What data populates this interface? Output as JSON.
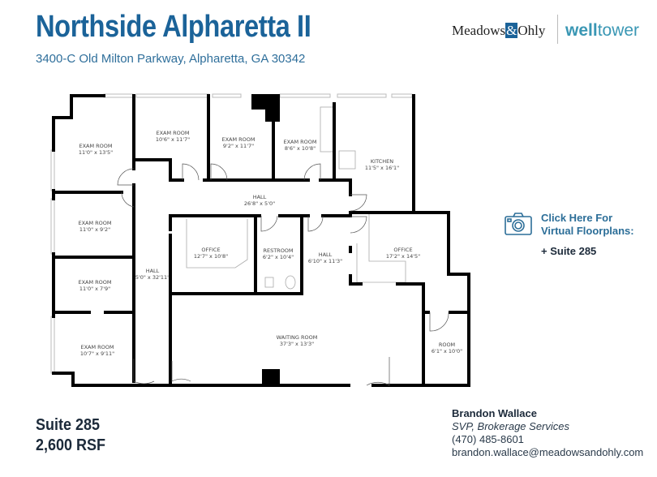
{
  "header": {
    "title": "Northside Alpharetta II",
    "address": "3400-C Old Milton Parkway, Alpharetta, GA 30342"
  },
  "logos": {
    "meadows_ohly": {
      "left": "Meadows",
      "amp": "&",
      "right": "Ohly"
    },
    "welltower": {
      "bold": "well",
      "rest": "tower"
    }
  },
  "rooms": [
    {
      "name": "EXAM ROOM",
      "size": "11'0\" x 13'5\""
    },
    {
      "name": "EXAM ROOM",
      "size": "10'6\" x 11'7\""
    },
    {
      "name": "EXAM ROOM",
      "size": "9'2\" x 11'7\""
    },
    {
      "name": "EXAM ROOM",
      "size": "8'6\" x 10'8\""
    },
    {
      "name": "KITCHEN",
      "size": "11'5\" x 16'1\""
    },
    {
      "name": "HALL",
      "size": "26'8\" x 5'0\""
    },
    {
      "name": "EXAM ROOM",
      "size": "11'0\" x 9'2\""
    },
    {
      "name": "OFFICE",
      "size": "12'7\" x 10'8\""
    },
    {
      "name": "RESTROOM",
      "size": "6'2\" x 10'4\""
    },
    {
      "name": "HALL",
      "size": "6'10\" x 11'3\""
    },
    {
      "name": "OFFICE",
      "size": "17'2\" x 14'5\""
    },
    {
      "name": "HALL",
      "size": "5'0\" x 32'11\""
    },
    {
      "name": "EXAM ROOM",
      "size": "11'0\" x 7'9\""
    },
    {
      "name": "EXAM ROOM",
      "size": "10'7\" x 9'11\""
    },
    {
      "name": "WAITING ROOM",
      "size": "37'3\" x 13'3\""
    },
    {
      "name": "ROOM",
      "size": "6'1\" x 10'0\""
    }
  ],
  "virtual": {
    "icon": "camera-icon",
    "line1": "Click Here For",
    "line2": "Virtual Floorplans:",
    "suite_link": "+ Suite 285"
  },
  "suite": {
    "name": "Suite 285",
    "area": "2,600 RSF"
  },
  "contact": {
    "name": "Brandon Wallace",
    "role": "SVP, Brokerage Services",
    "phone": "(470) 485-8601",
    "email": "brandon.wallace@meadowsandohly.com"
  },
  "colors": {
    "title": "#1b6399",
    "welltower": "#3a97b4",
    "text_dark": "#1c2a3a"
  }
}
